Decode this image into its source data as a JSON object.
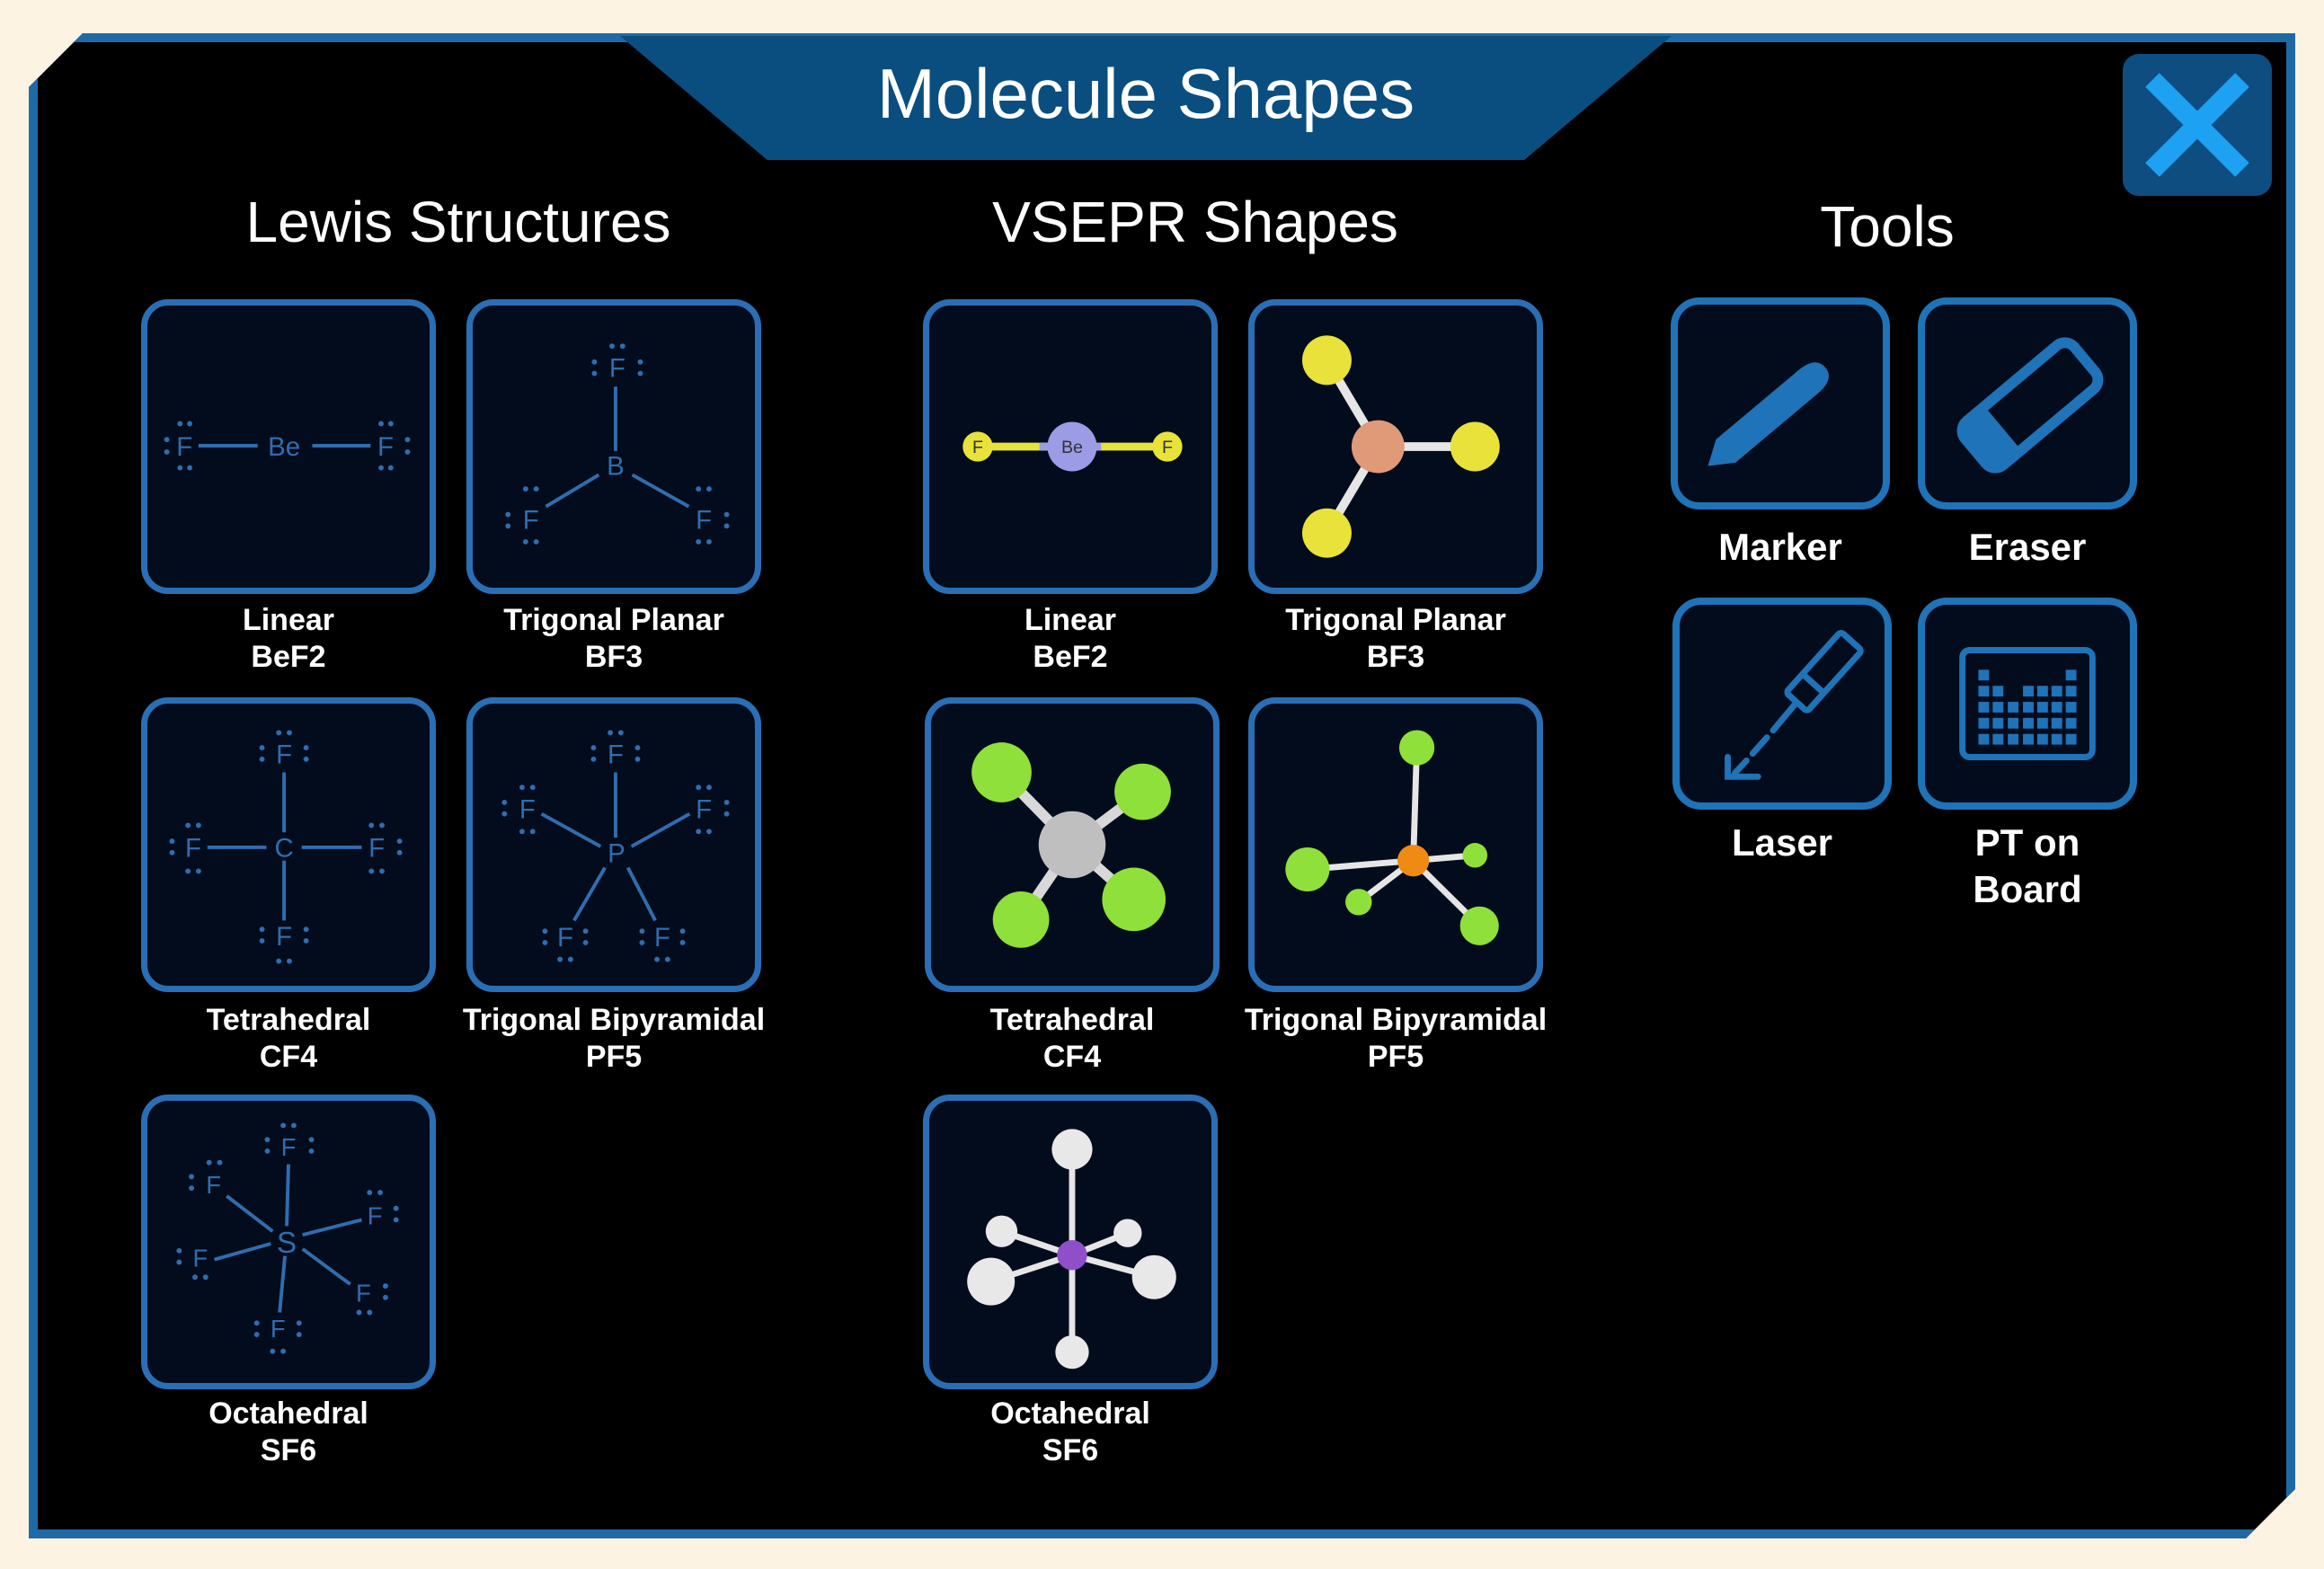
{
  "app_title": "Molecule Shapes",
  "sections": {
    "lewis": {
      "title": "Lewis Structures",
      "items": [
        {
          "shape": "Linear",
          "formula": "BeF2"
        },
        {
          "shape": "Trigonal Planar",
          "formula": "BF3"
        },
        {
          "shape": "Tetrahedral",
          "formula": "CF4"
        },
        {
          "shape": "Trigonal Bipyramidal",
          "formula": "PF5"
        },
        {
          "shape": "Octahedral",
          "formula": "SF6"
        }
      ],
      "atoms": {
        "be": "Be",
        "b": "B",
        "c": "C",
        "p": "P",
        "s": "S",
        "f": "F"
      }
    },
    "vsepr": {
      "title": "VSEPR Shapes",
      "items": [
        {
          "shape": "Linear",
          "formula": "BeF2"
        },
        {
          "shape": "Trigonal Planar",
          "formula": "BF3"
        },
        {
          "shape": "Tetrahedral",
          "formula": "CF4"
        },
        {
          "shape": "Trigonal Bipyramidal",
          "formula": "PF5"
        },
        {
          "shape": "Octahedral",
          "formula": "SF6"
        }
      ],
      "atoms": {
        "be": "Be",
        "f": "F"
      }
    },
    "tools": {
      "title": "Tools",
      "items": [
        {
          "label_line1": "Marker",
          "label_line2": "",
          "icon": "pencil-icon"
        },
        {
          "label_line1": "Eraser",
          "label_line2": "",
          "icon": "eraser-icon"
        },
        {
          "label_line1": "Laser",
          "label_line2": "",
          "icon": "laser-pointer-icon"
        },
        {
          "label_line1": "PT on",
          "label_line2": "Board",
          "icon": "periodic-table-icon"
        }
      ]
    }
  },
  "colors": {
    "frame": "#1f6aa4",
    "title_tab": "#0a4e80",
    "tile_border": "#2a6fb5",
    "lewis_ink": "#2f6db0",
    "close_x": "#1da1f2",
    "fluorine_yellow": "#e8e23a",
    "fluorine_green": "#8fe03a",
    "boron": "#e09a78",
    "beryllium": "#9b9be6",
    "carbon": "#bfbfbf",
    "phosphorus": "#ef8a12",
    "sulfur": "#8f4fc9",
    "sf6_ligand": "#e8e8e8"
  },
  "close_button": {
    "icon": "close-icon"
  }
}
